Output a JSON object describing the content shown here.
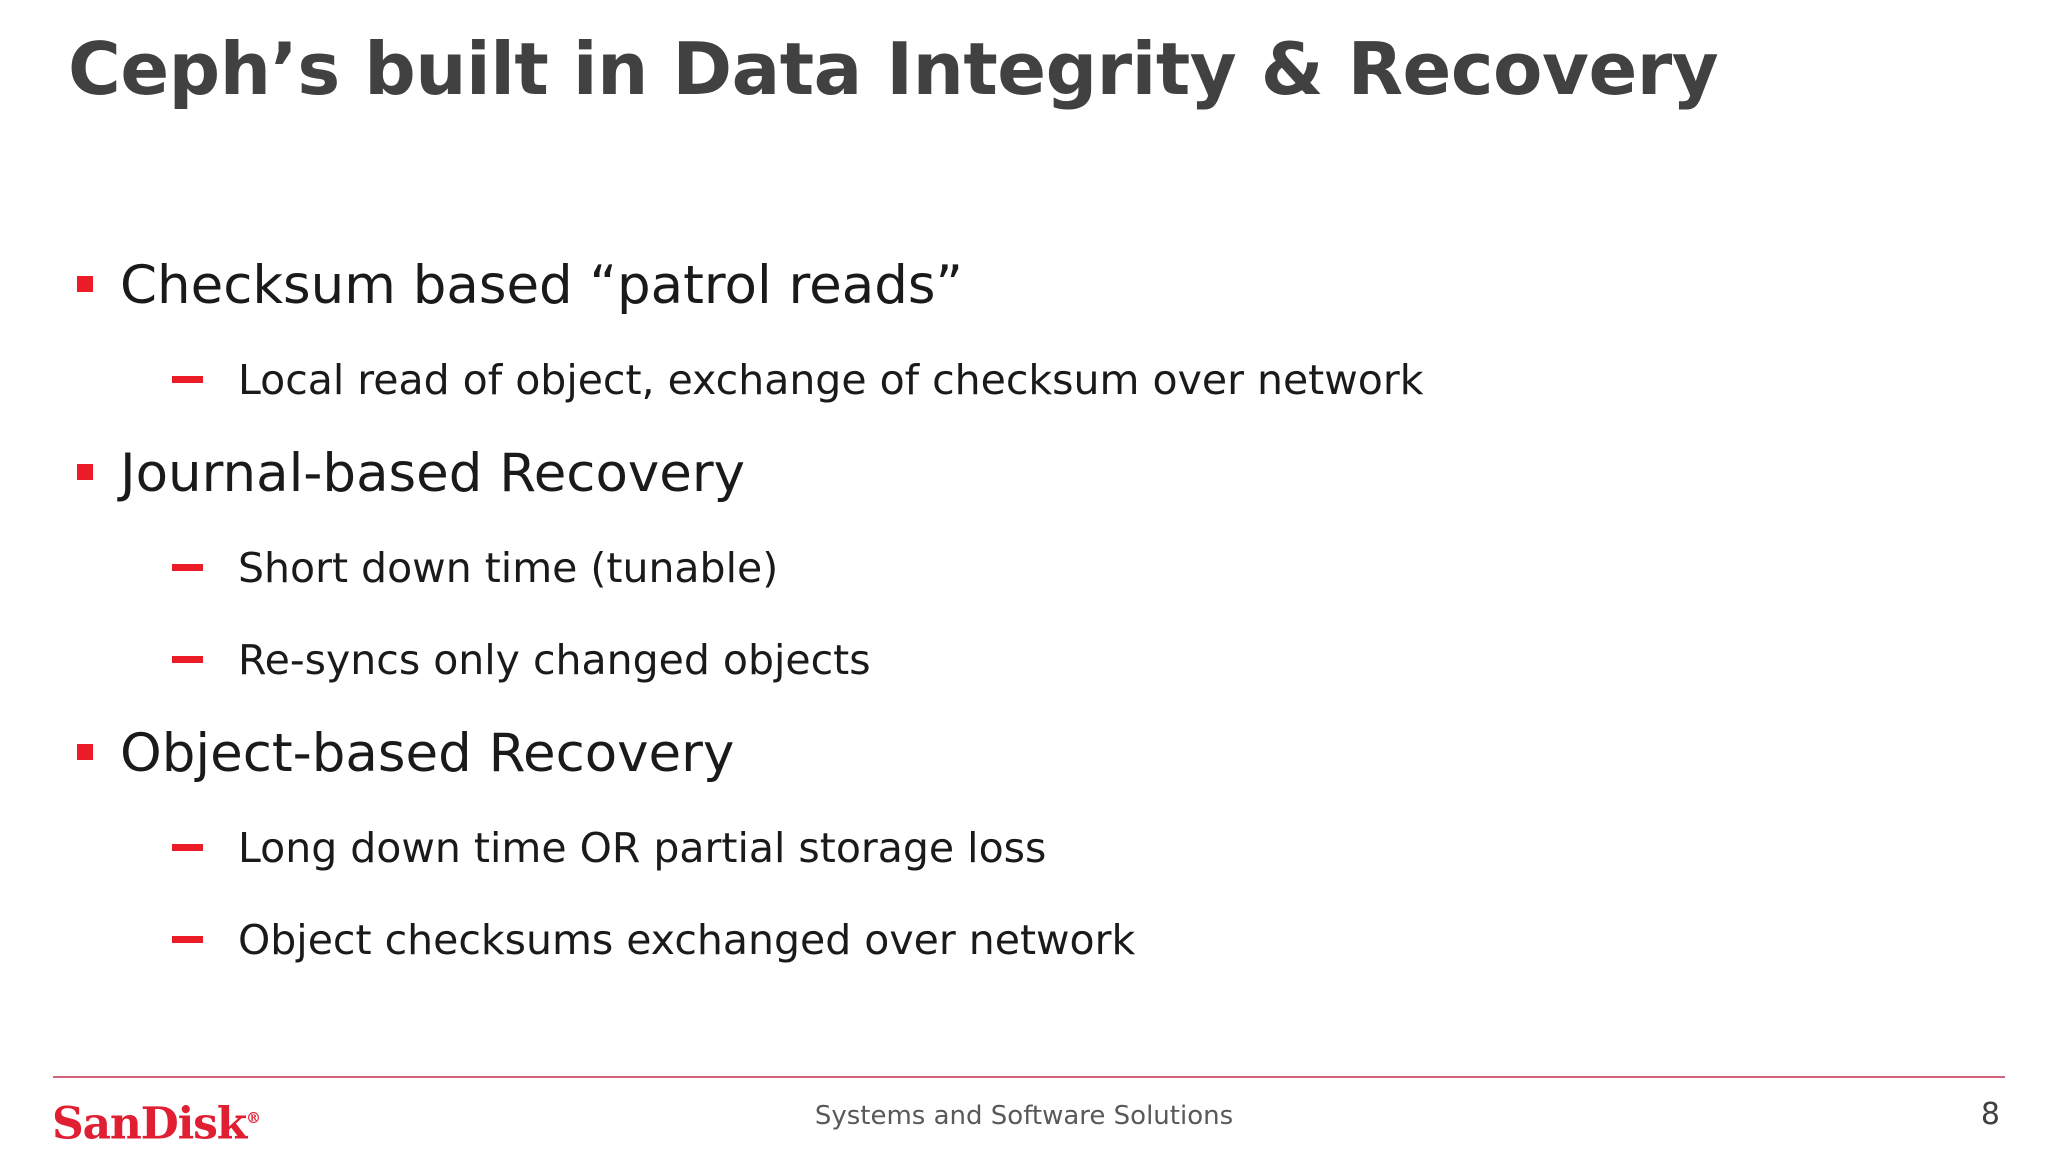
{
  "slide": {
    "title": "Ceph’s built in Data Integrity & Recovery",
    "background_color": "#FFFFFF",
    "title_color": "#414141",
    "accent_color": "#EB1C26",
    "bullets": [
      {
        "level": 1,
        "marker": "red-square-bullet",
        "text": "Checksum based “patrol reads”"
      },
      {
        "level": 2,
        "marker": "red-dash-bullet",
        "text": "Local read of object, exchange of checksum over network"
      },
      {
        "level": 1,
        "marker": "red-square-bullet",
        "text": "Journal-based Recovery"
      },
      {
        "level": 2,
        "marker": "red-dash-bullet",
        "text": "Short down time (tunable)"
      },
      {
        "level": 2,
        "marker": "red-dash-bullet",
        "text": "Re-syncs only changed objects"
      },
      {
        "level": 1,
        "marker": "red-square-bullet",
        "text": "Object-based Recovery"
      },
      {
        "level": 2,
        "marker": "red-dash-bullet",
        "text": "Long down time OR partial storage loss"
      },
      {
        "level": 2,
        "marker": "red-dash-bullet",
        "text": "Object checksums exchanged over network"
      }
    ],
    "footer": {
      "logo_text": "SanDisk",
      "logo_registered_mark": "®",
      "logo_color": "#E01F33",
      "rule_color": "#D2627A",
      "center_text": "Systems and Software Solutions",
      "page_number": "8"
    }
  }
}
